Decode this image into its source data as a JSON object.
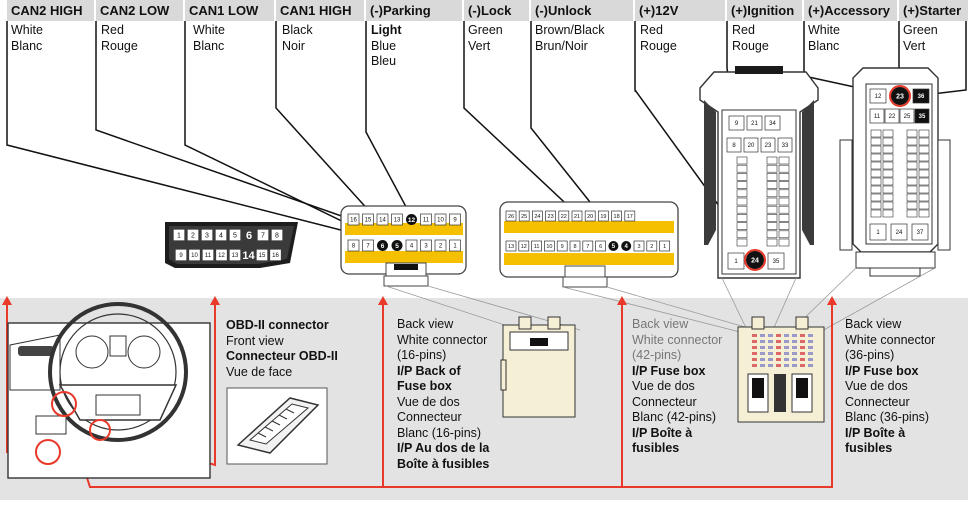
{
  "headers": [
    {
      "label": "CAN2 HIGH",
      "color1": "White",
      "color2": "Blanc"
    },
    {
      "label": "CAN2 LOW",
      "color1": "Red",
      "color2": "Rouge"
    },
    {
      "label": "CAN1 LOW",
      "color1": "White",
      "color2": "Blanc"
    },
    {
      "label": "CAN1 HIGH",
      "color1": "Black",
      "color2": "Noir"
    },
    {
      "label": "(-)Parking",
      "color0": "Light",
      "color1": "Blue",
      "color2": "Bleu"
    },
    {
      "label": "(-)Lock",
      "color1": "Green",
      "color2": "Vert"
    },
    {
      "label": "(-)Unlock",
      "color1": "Brown/Black",
      "color2": "Brun/Noir"
    },
    {
      "label": "(+)12V",
      "color1": "Red",
      "color2": "Rouge"
    },
    {
      "label": "(+)Ignition",
      "color1": "Red",
      "color2": "Rouge"
    },
    {
      "label": "(+)Accessory",
      "color1": "White",
      "color2": "Blanc"
    },
    {
      "label": "(+)Starter",
      "color1": "Green",
      "color2": "Vert"
    }
  ],
  "obd": {
    "top_pins": [
      "1",
      "2",
      "3",
      "4",
      "5",
      "6",
      "7",
      "8"
    ],
    "bottom_pins": [
      "9",
      "10",
      "11",
      "12",
      "13",
      "14",
      "15",
      "16"
    ],
    "title": "OBD-II connector",
    "sub": "Front view",
    "title_fr": "Connecteur OBD-II",
    "sub_fr": "Vue de face"
  },
  "conn16": {
    "top_pins": [
      "16",
      "15",
      "14",
      "13",
      "12",
      "11",
      "10",
      "9"
    ],
    "bottom_pins": [
      "8",
      "7",
      "6",
      "5",
      "4",
      "3",
      "2",
      "1"
    ],
    "lines": [
      "Back view",
      "White connector",
      "(16-pins)"
    ],
    "bold1": "I/P Back of",
    "bold2": "Fuse box",
    "fr": [
      "Vue de dos",
      "Connecteur",
      "Blanc (16-pins)"
    ],
    "bold_fr1": "I/P Au dos de la",
    "bold_fr2": "Boîte à fusibles"
  },
  "conn42": {
    "top_pins": [
      "26",
      "25",
      "24",
      "23",
      "22",
      "21",
      "20",
      "19",
      "18",
      "17"
    ],
    "bottom_pins": [
      "13",
      "12",
      "11",
      "10",
      "9",
      "8",
      "7",
      "6",
      "5",
      "4",
      "3",
      "2",
      "1"
    ],
    "lines": [
      "Back view",
      "White connector",
      "(42-pins)"
    ],
    "bold1": "I/P Fuse box",
    "fr": [
      "Vue de dos",
      "Connecteur",
      "Blanc (42-pins)"
    ],
    "bold_fr1": "I/P Boîte à",
    "bold_fr2": "fusibles"
  },
  "conn36": {
    "lines": [
      "Back view",
      "White connector",
      "(36-pins)"
    ],
    "bold1": "I/P Fuse box",
    "fr": [
      "Vue de dos",
      "Connecteur",
      "Blanc (36-pins)"
    ],
    "bold_fr1": "I/P Boîte à",
    "bold_fr2": "fusibles"
  },
  "fusebox42_pins": [
    "9",
    "21",
    "34",
    "8",
    "20",
    "23",
    "33",
    "1",
    "24",
    "35"
  ],
  "fusebox36_pins": [
    "12",
    "23",
    "36",
    "11",
    "22",
    "25",
    "35",
    "1",
    "24",
    "37"
  ],
  "colors": {
    "wire": "#e8392a",
    "yellow": "#f5c000",
    "panel": "#e3e3e3",
    "header": "#d9d9d9"
  }
}
